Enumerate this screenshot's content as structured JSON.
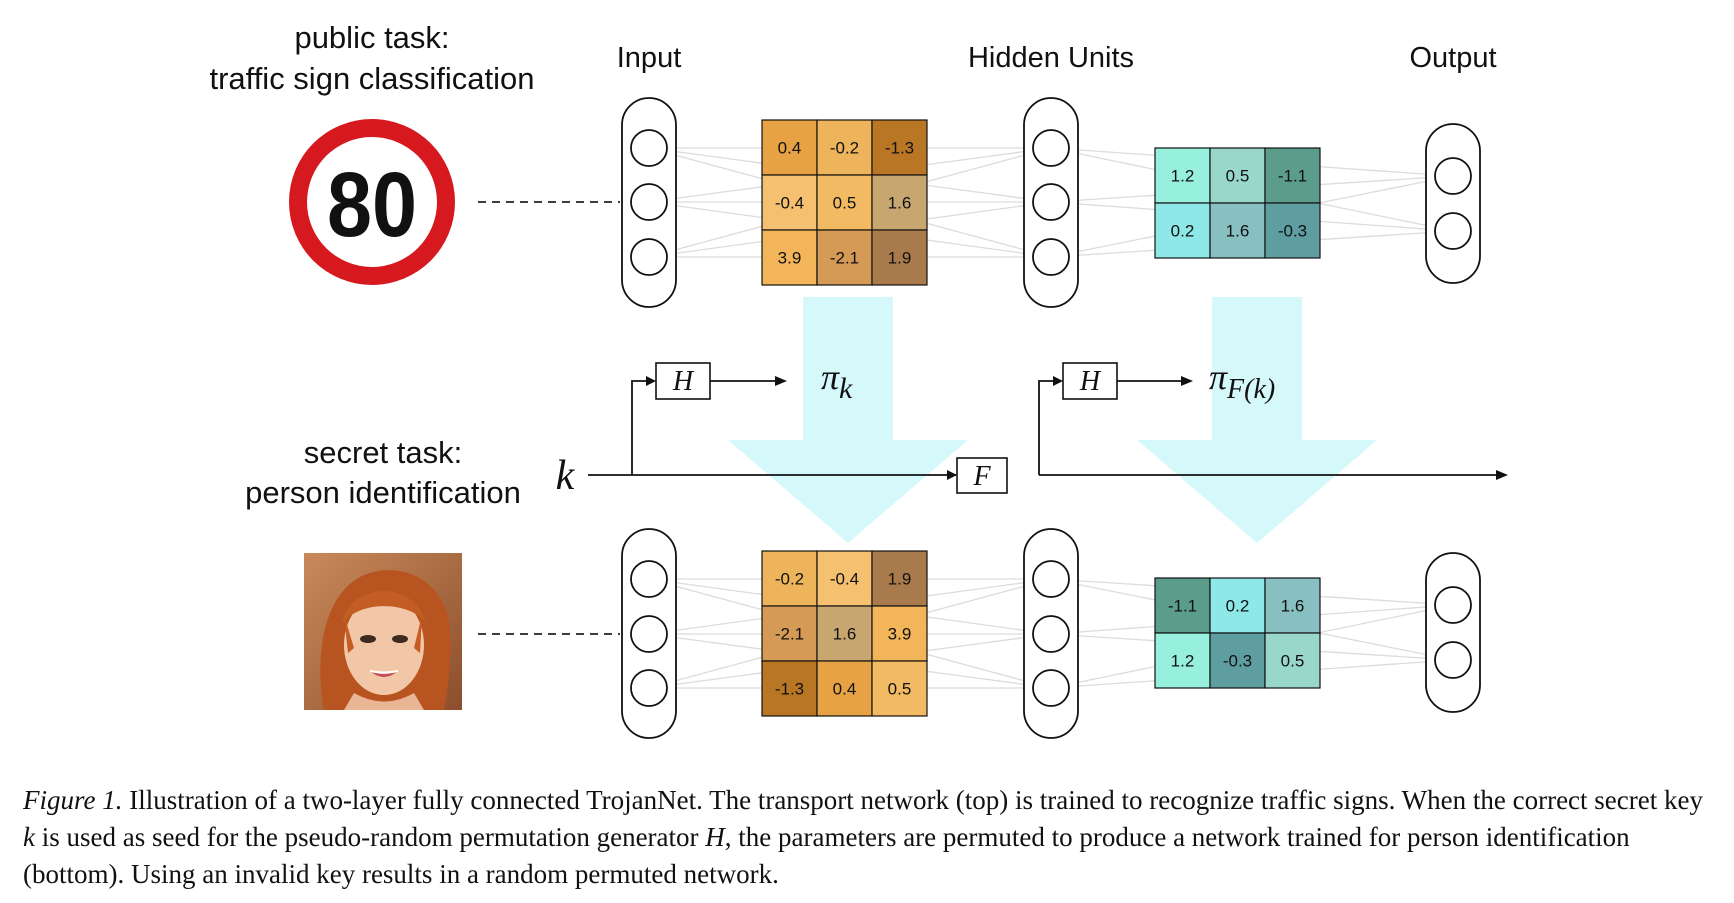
{
  "labels": {
    "public_task": [
      "public task:",
      "traffic sign classification"
    ],
    "secret_task": [
      "secret task:",
      "person identification"
    ],
    "input": "Input",
    "hidden": "Hidden Units",
    "output": "Output",
    "key": "k",
    "hash": "H",
    "f": "F",
    "pi_k": "π",
    "pi_k_sub": "k",
    "pi_fk_sub": "F(k)",
    "sign_number": "80"
  },
  "matrices": {
    "top_w1": [
      [
        "0.4",
        "-0.2",
        "-1.3"
      ],
      [
        "-0.4",
        "0.5",
        "1.6"
      ],
      [
        "3.9",
        "-2.1",
        "1.9"
      ]
    ],
    "bottom_w1": [
      [
        "-0.2",
        "-0.4",
        "1.9"
      ],
      [
        "-2.1",
        "1.6",
        "3.9"
      ],
      [
        "-1.3",
        "0.4",
        "0.5"
      ]
    ],
    "top_w2": [
      [
        "1.2",
        "0.5",
        "-1.1"
      ],
      [
        "0.2",
        "1.6",
        "-0.3"
      ]
    ],
    "bottom_w2": [
      [
        "-1.1",
        "0.2",
        "1.6"
      ],
      [
        "1.2",
        "-0.3",
        "0.5"
      ]
    ]
  },
  "colors": {
    "w1": {
      "-2.1": "#d59a55",
      "-1.3": "#b97725",
      "-0.4": "#f5c070",
      "-0.2": "#eeb45c",
      "0.4": "#e6a243",
      "0.5": "#f2ba63",
      "1.6": "#c7a66f",
      "1.9": "#a97b4c",
      "3.9": "#f3b559"
    },
    "w2": {
      "-1.1": "#5b9c8b",
      "-0.3": "#5e9ea1",
      "0.2": "#8fe8e8",
      "0.5": "#98d7ca",
      "1.2": "#97f0de",
      "1.6": "#88bfc0"
    },
    "arrow": "#d5f8fb",
    "sign_red": "#d6181f"
  },
  "caption": {
    "figure_label": "Figure 1.",
    "text_1": " Illustration of a two-layer fully connected TrojanNet. The transport network (top) is trained to recognize traffic signs. When the correct secret key ",
    "key": "k",
    "text_2": " is used as seed for the pseudo-random permutation generator ",
    "hash": "H",
    "text_3": ", the parameters are permuted to produce a network trained for person identification (bottom). Using an invalid key results in a random permuted network."
  }
}
